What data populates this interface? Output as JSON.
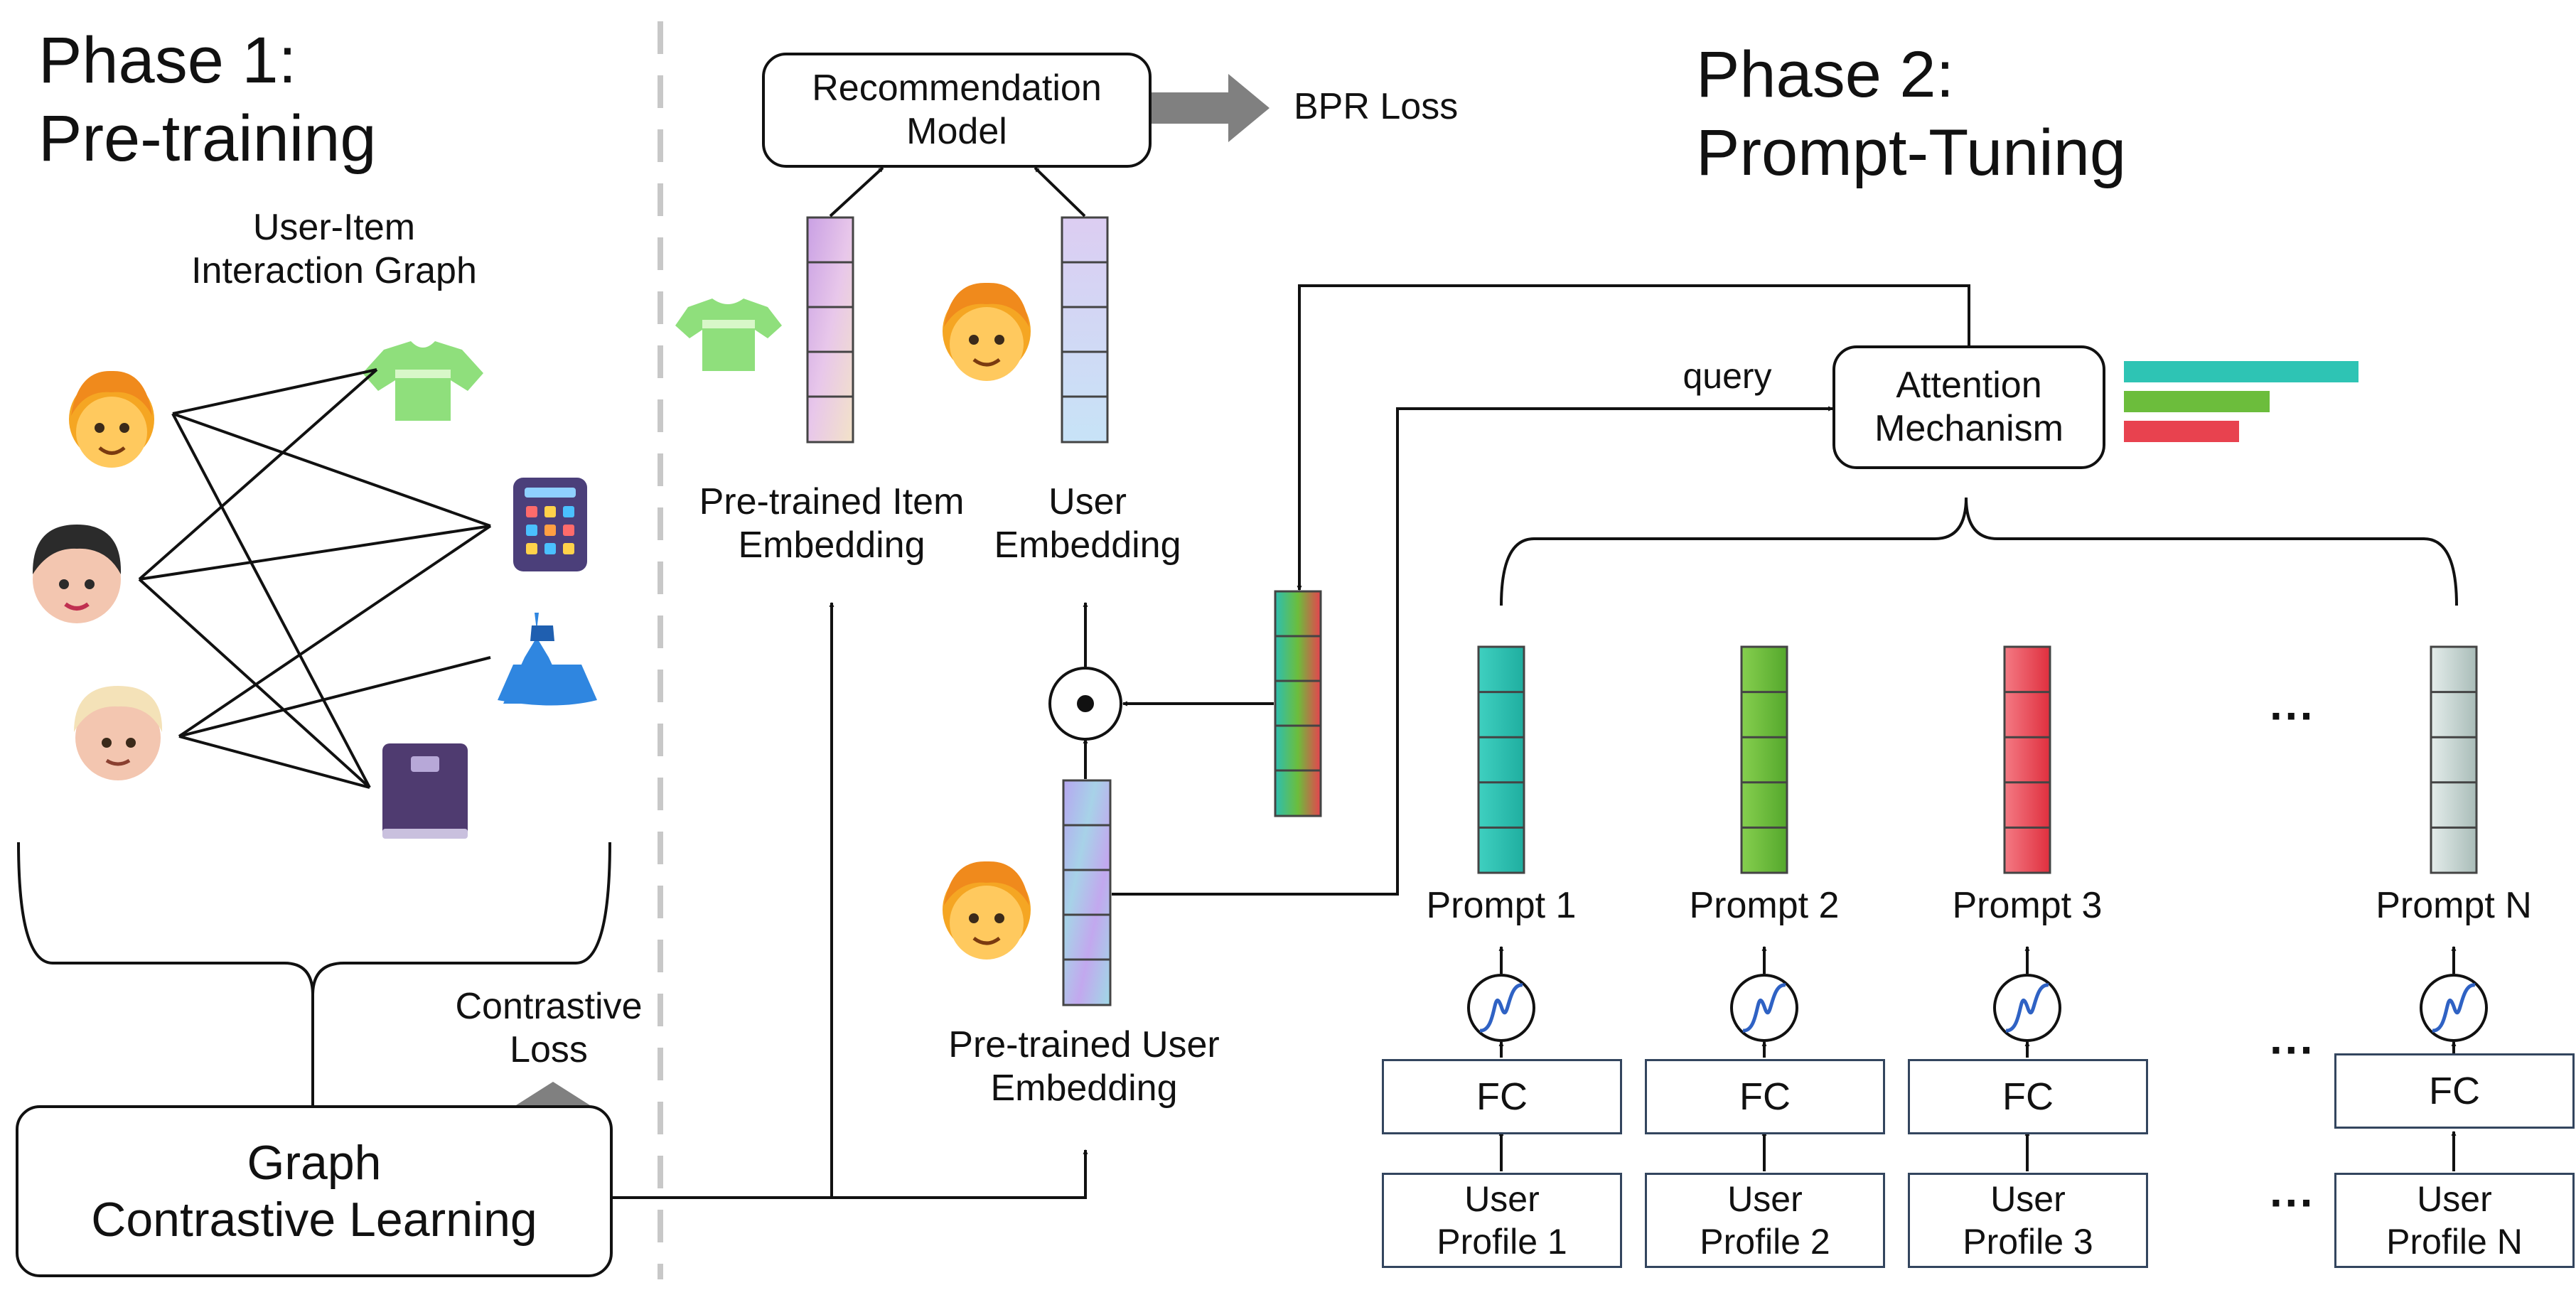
{
  "phase1": {
    "line1": "Phase 1:",
    "line2": "Pre-training"
  },
  "phase2": {
    "line1": "Phase 2:",
    "line2": "Prompt-Tuning"
  },
  "graph_label": "User-Item\nInteraction Graph",
  "gcl_box": "Graph\nContrastive Learning",
  "contrastive_loss": "Contrastive\nLoss",
  "rec_model": "Recommendation\nModel",
  "bpr_loss": "BPR Loss",
  "item_emb_label": "Pre-trained Item\nEmbedding",
  "user_emb_label": "User\nEmbedding",
  "pretrained_user_label": "Pre-trained User\nEmbedding",
  "query_label": "query",
  "attention": "Attention\nMechanism",
  "prompts": [
    {
      "label": "Prompt 1",
      "fc": "FC",
      "profile": "User\nProfile 1",
      "color": "#2ebfb0"
    },
    {
      "label": "Prompt 2",
      "fc": "FC",
      "profile": "User\nProfile 2",
      "color": "#6cbd3c"
    },
    {
      "label": "Prompt 3",
      "fc": "FC",
      "profile": "User\nProfile 3",
      "color": "#e8424f"
    },
    {
      "label": "Prompt N",
      "fc": "FC",
      "profile": "User\nProfile N",
      "color": "#c3d2cf"
    }
  ],
  "ellipsis": "···",
  "attention_weights": [
    {
      "value": 1.0,
      "color": "#2ec4b4"
    },
    {
      "value": 0.62,
      "color": "#6cbd3c"
    },
    {
      "value": 0.49,
      "color": "#e8424f"
    }
  ],
  "icons": {
    "users": [
      "user-orange-hair-icon",
      "user-black-hair-icon",
      "user-blonde-hair-icon"
    ],
    "items": [
      "tshirt-icon",
      "calculator-icon",
      "dress-icon",
      "book-icon"
    ]
  },
  "colors": {
    "divider": "#c8c8c8",
    "arrow_gray": "#808080",
    "line": "#111111"
  }
}
